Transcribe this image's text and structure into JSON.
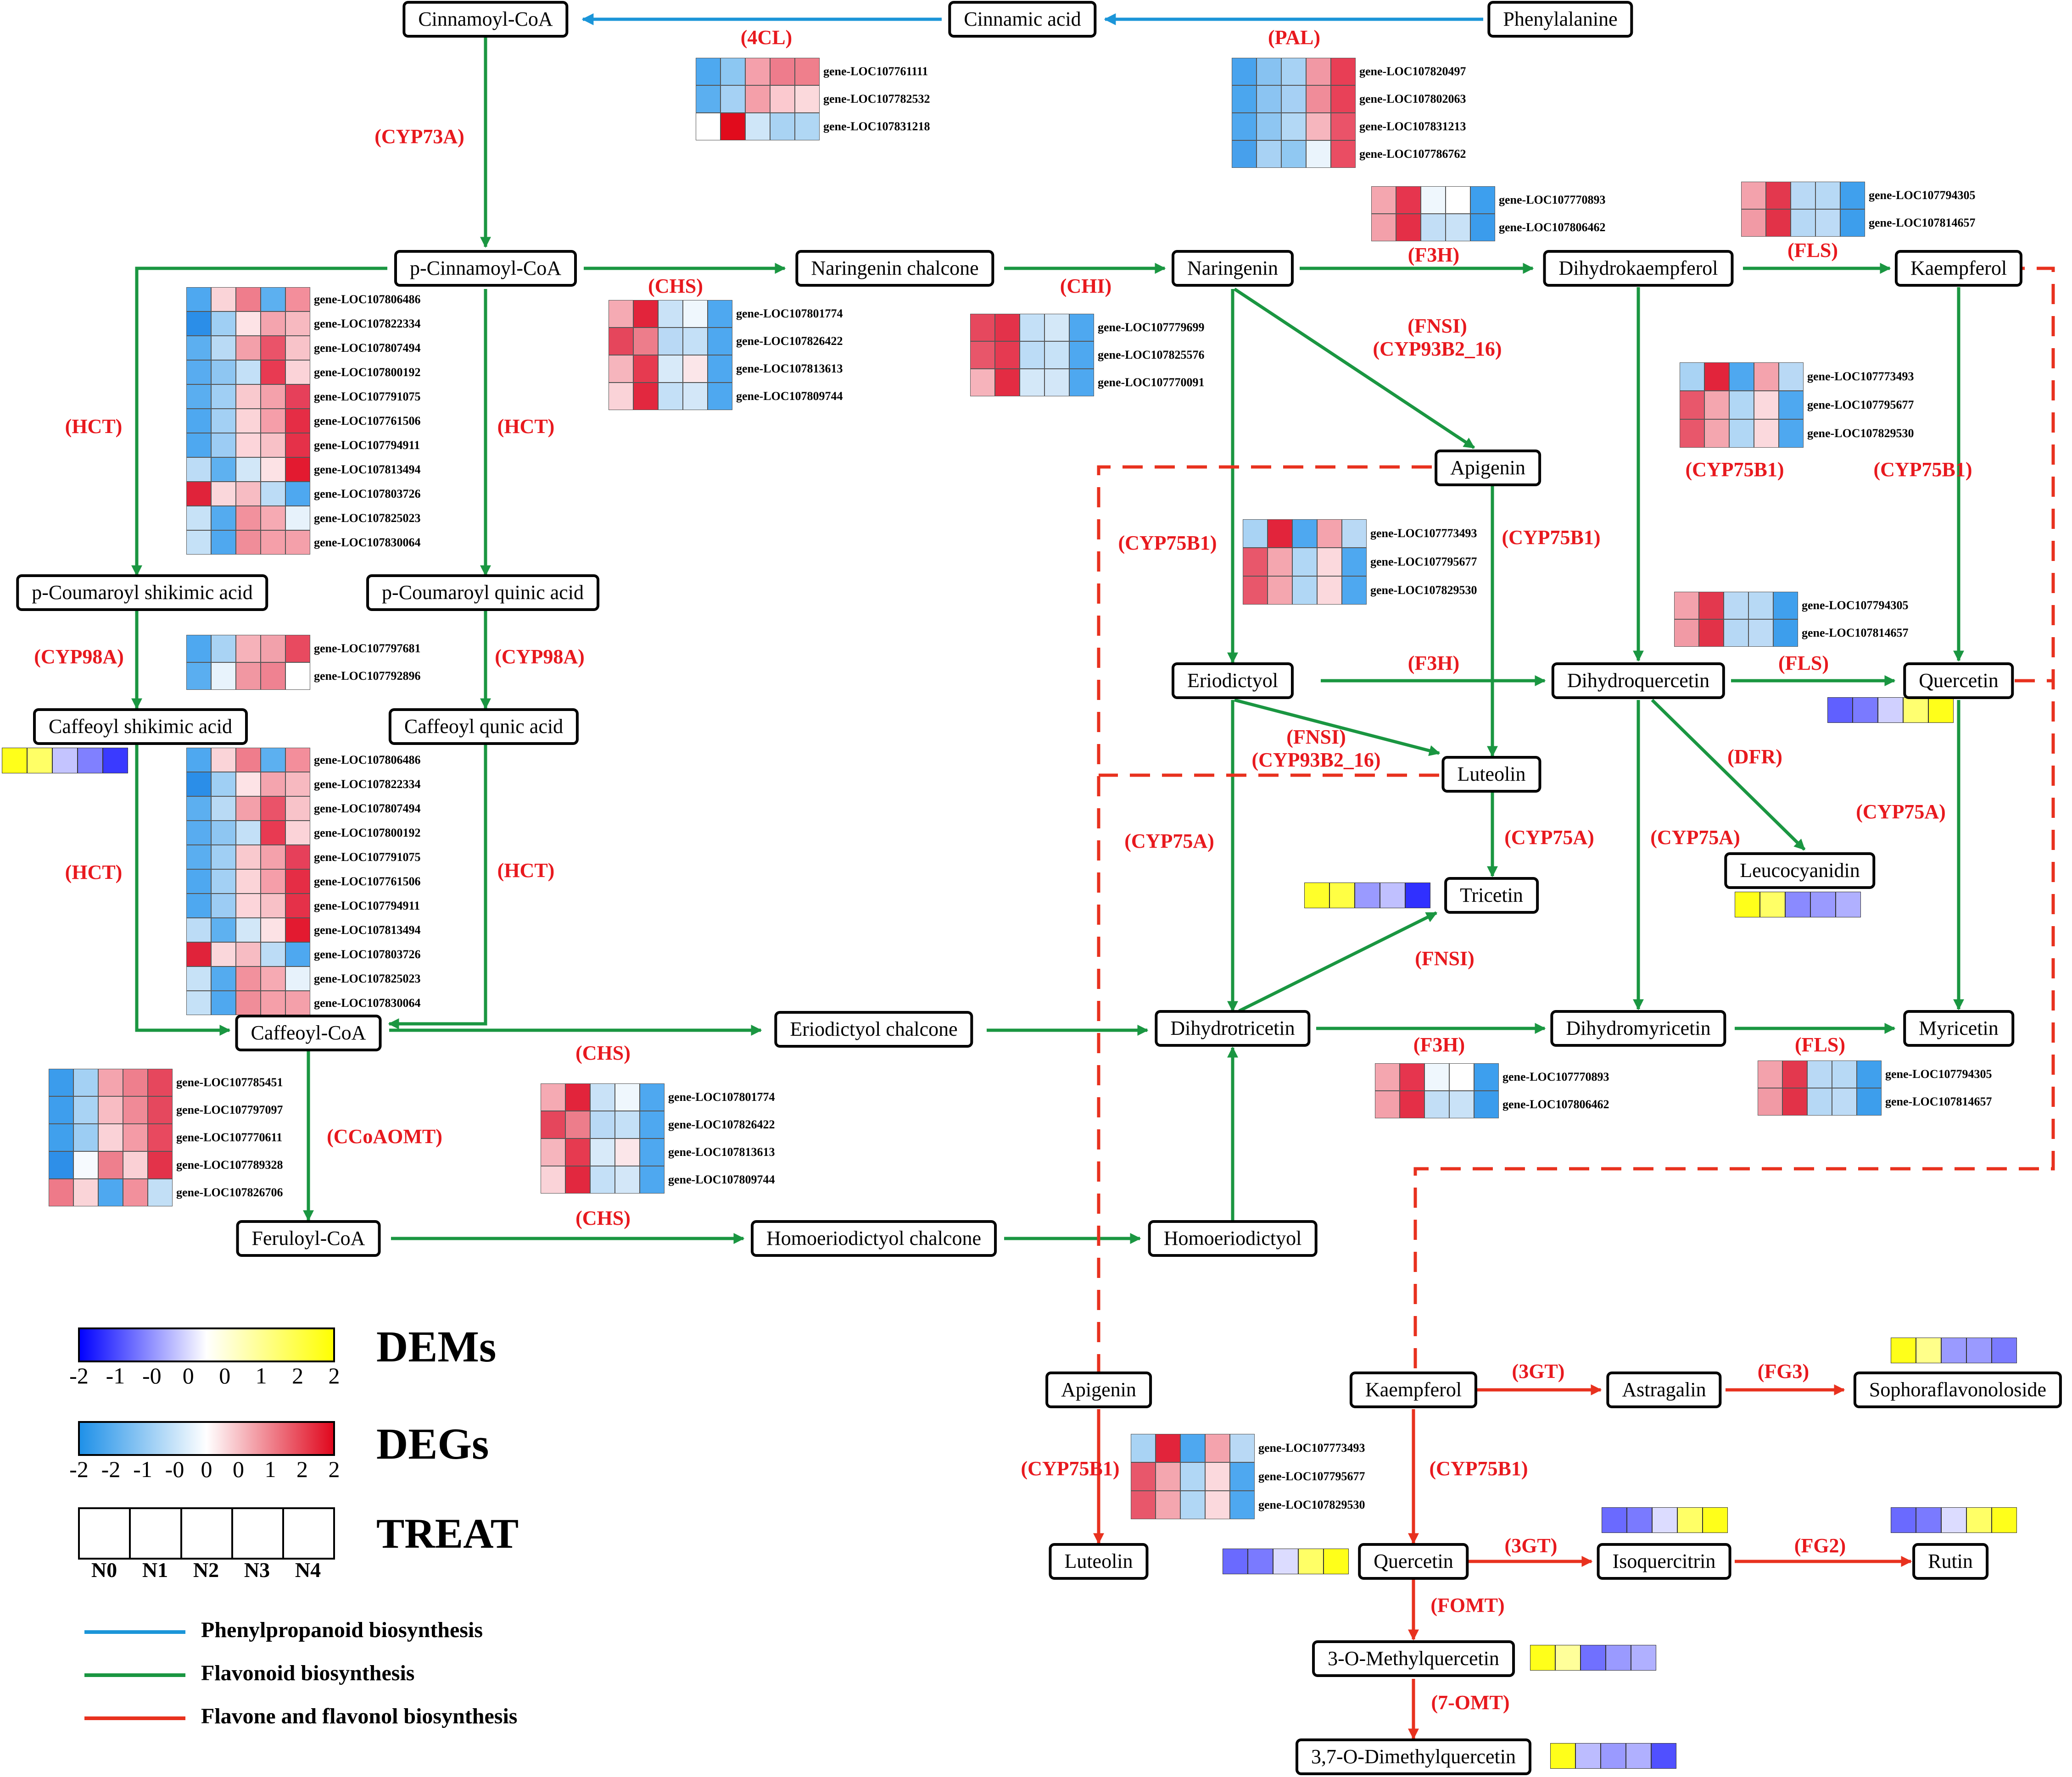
{
  "compounds": {
    "cinnamoyl_coa": "Cinnamoyl-CoA",
    "cinnamic_acid": "Cinnamic acid",
    "phenylalanine": "Phenylalanine",
    "p_cinnamoyl_coa": "p-Cinnamoyl-CoA",
    "naringenin_chalcone": "Naringenin chalcone",
    "naringenin": "Naringenin",
    "dihydrokaempferol": "Dihydrokaempferol",
    "kaempferol_top": "Kaempferol",
    "p_coumaroyl_shikimic": "p-Coumaroyl shikimic acid",
    "p_coumaroyl_quinic": "p-Coumaroyl quinic acid",
    "caffeoyl_shikimic": "Caffeoyl shikimic acid",
    "caffeoyl_quinic": "Caffeoyl qunic acid",
    "apigenin_mid": "Apigenin",
    "eriodictyol": "Eriodictyol",
    "dihydroquercetin": "Dihydroquercetin",
    "quercetin_top": "Quercetin",
    "luteolin_mid": "Luteolin",
    "tricetin": "Tricetin",
    "leucocyanidin": "Leucocyanidin",
    "caffeoyl_coa": "Caffeoyl-CoA",
    "eriodictyol_chalcone": "Eriodictyol chalcone",
    "dihydrotricetin": "Dihydrotricetin",
    "dihydromyricetin": "Dihydromyricetin",
    "myricetin": "Myricetin",
    "feruloyl_coa": "Feruloyl-CoA",
    "homoeriodictyol_chalcone": "Homoeriodictyol chalcone",
    "homoeriodictyol": "Homoeriodictyol",
    "apigenin_bot": "Apigenin",
    "kaempferol_bot": "Kaempferol",
    "astragalin": "Astragalin",
    "sophoraflavonoloside": "Sophoraflavonoloside",
    "luteolin_bot": "Luteolin",
    "quercetin_bot": "Quercetin",
    "isoquercitrin": "Isoquercitrin",
    "rutin": "Rutin",
    "methylquercetin": "3-O-Methylquercetin",
    "dimethylquercetin": "3,7-O-Dimethylquercetin"
  },
  "enzymes": {
    "e4cl": "(4CL)",
    "pal": "(PAL)",
    "cyp73a": "(CYP73A)",
    "chs1": "(CHS)",
    "chi": "(CHI)",
    "f3h1": "(F3H)",
    "fls1": "(FLS)",
    "hct1": "(HCT)",
    "hct2": "(HCT)",
    "hct3": "(HCT)",
    "hct4": "(HCT)",
    "cyp98a1": "(CYP98A)",
    "cyp98a2": "(CYP98A)",
    "fnsi1": "(FNSI)\n(CYP93B2_16)",
    "cyp75b1_a": "(CYP75B1)",
    "cyp75b1_b": "(CYP75B1)",
    "cyp75b1_c": "(CYP75B1)",
    "cyp75b1_d": "(CYP75B1)",
    "f3h2": "(F3H)",
    "fls2": "(FLS)",
    "fnsi2": "(FNSI)\n(CYP93B2_16)",
    "dfr": "(DFR)",
    "cyp75a_a": "(CYP75A)",
    "cyp75a_b": "(CYP75A)",
    "cyp75a_c": "(CYP75A)",
    "cyp75a_d": "(CYP75A)",
    "fnsi3": "(FNSI)",
    "chs2": "(CHS)",
    "ccoaomt": "(CCoAOMT)",
    "f3h3": "(F3H)",
    "fls3": "(FLS)",
    "chs3": "(CHS)",
    "gt3_1": "(3GT)",
    "fg3": "(FG3)",
    "cyp75b1_e": "(CYP75B1)",
    "cyp75b1_f": "(CYP75B1)",
    "gt3_2": "(3GT)",
    "fg2": "(FG2)",
    "fomt": "(FOMT)",
    "omt7": "(7-OMT)"
  },
  "heatmaps": {
    "cl4": {
      "genes": [
        "gene-LOC107761111",
        "gene-LOC107782532",
        "gene-LOC107831218"
      ],
      "colors": [
        [
          "#4ea9f0",
          "#8cc7f2",
          "#f4a0ab",
          "#ee7c8c",
          "#ef7f8c"
        ],
        [
          "#5baff0",
          "#a5d1f4",
          "#f49fa9",
          "#fbc9cf",
          "#fbd9dc"
        ],
        [
          "#ffffff",
          "#e10b1c",
          "#cfe6f8",
          "#a9d3f3",
          "#b0d7f4"
        ]
      ]
    },
    "pal": {
      "genes": [
        "gene-LOC107820497",
        "gene-LOC107802063",
        "gene-LOC107831213",
        "gene-LOC107786762"
      ],
      "colors": [
        [
          "#48a3ee",
          "#87c2f1",
          "#a7d2f4",
          "#f198a4",
          "#e83e55"
        ],
        [
          "#4ba6ee",
          "#8bc4f2",
          "#a6d0f4",
          "#f08c99",
          "#e84158"
        ],
        [
          "#50a8ef",
          "#8ec6f2",
          "#b3d8f5",
          "#f6b6be",
          "#ea5369"
        ],
        [
          "#47a0ec",
          "#a8d2f4",
          "#90c8f2",
          "#eaf4fc",
          "#ea4d63"
        ]
      ]
    },
    "f3h_top": {
      "genes": [
        "gene-LOC107770893",
        "gene-LOC107806462"
      ],
      "colors": [
        [
          "#f4a6af",
          "#e6354e",
          "#eff7fd",
          "#ffffff",
          "#3d9fee"
        ],
        [
          "#f3a0aa",
          "#e42f47",
          "#c2def6",
          "#c9e2f7",
          "#3b9cec"
        ]
      ]
    },
    "fls_top": {
      "genes": [
        "gene-LOC107794305",
        "gene-LOC107814657"
      ],
      "colors": [
        [
          "#f3a2ac",
          "#e3384e",
          "#b9d9f5",
          "#b7d9f5",
          "#40a0ed"
        ],
        [
          "#f19aa5",
          "#e23248",
          "#b6d8f5",
          "#bddbf6",
          "#3d9eec"
        ]
      ]
    },
    "hct_a": {
      "genes": [
        "gene-LOC107806486",
        "gene-LOC107822334",
        "gene-LOC107807494",
        "gene-LOC107800192",
        "gene-LOC107791075",
        "gene-LOC107761506",
        "gene-LOC107794911",
        "gene-LOC107813494",
        "gene-LOC107803726",
        "gene-LOC107825023",
        "gene-LOC107830064"
      ],
      "colors": [
        [
          "#4ea8f0",
          "#fad4d8",
          "#ef7d8c",
          "#5cb0f0",
          "#f38e9b"
        ],
        [
          "#2b8ee8",
          "#9fcff4",
          "#fde3e6",
          "#f4a4ae",
          "#f7b9c0"
        ],
        [
          "#5caff0",
          "#b9daf5",
          "#f3a0aa",
          "#ea5369",
          "#f8c3c9"
        ],
        [
          "#58acf0",
          "#8ec6f2",
          "#c3e0f7",
          "#e83a52",
          "#fbd3d8"
        ],
        [
          "#5aaef0",
          "#a0cff4",
          "#f9c9ce",
          "#f4a1ab",
          "#e6405a"
        ],
        [
          "#4ea8f0",
          "#a3d0f4",
          "#fbd4d8",
          "#f59ea9",
          "#e52d45"
        ],
        [
          "#4ea8f0",
          "#9cccf4",
          "#fcd5da",
          "#f8c1c7",
          "#e53149"
        ],
        [
          "#bcdcf6",
          "#5eb1f0",
          "#d2e7f8",
          "#fce2e5",
          "#e31a30"
        ],
        [
          "#e0233a",
          "#fad7db",
          "#f7bcc3",
          "#bcdcf6",
          "#4ea8f0"
        ],
        [
          "#c7e2f7",
          "#54abef",
          "#f2919d",
          "#f6aab3",
          "#e7f2fb"
        ],
        [
          "#c5e1f7",
          "#4fa8ef",
          "#f08d99",
          "#f59fa9",
          "#f4a0aa"
        ]
      ]
    },
    "cyp98a": {
      "genes": [
        "gene-LOC107797681",
        "gene-LOC107792896"
      ],
      "colors": [
        [
          "#4ea8f0",
          "#a9d3f4",
          "#f6b2ba",
          "#f2a1ab",
          "#e84a60"
        ],
        [
          "#5aaef0",
          "#e8f3fc",
          "#f197a2",
          "#ef8291",
          "#ffffff"
        ]
      ]
    },
    "chs_top": {
      "genes": [
        "gene-LOC107801774",
        "gene-LOC107826422",
        "gene-LOC107813613",
        "gene-LOC107809744"
      ],
      "colors": [
        [
          "#f5aab3",
          "#e2243b",
          "#c9e2f7",
          "#eff7fd",
          "#4ea8f0"
        ],
        [
          "#e5465c",
          "#ed7d8b",
          "#b9d9f5",
          "#c4e0f7",
          "#4ea8f0"
        ],
        [
          "#f6b5bd",
          "#e63a50",
          "#d8eaf9",
          "#fbe6e9",
          "#4ea8f0"
        ],
        [
          "#fad3d8",
          "#e2283f",
          "#c4e0f7",
          "#d3e7f8",
          "#4ea8f0"
        ]
      ]
    },
    "chi": {
      "genes": [
        "gene-LOC107779699",
        "gene-LOC107825576",
        "gene-LOC107770091"
      ],
      "colors": [
        [
          "#e6485e",
          "#e3324a",
          "#c4e0f7",
          "#d4e8f8",
          "#4ea8f0"
        ],
        [
          "#e8566a",
          "#e53a51",
          "#bcdcf6",
          "#c7e2f7",
          "#4ea8f0"
        ],
        [
          "#f6b3bb",
          "#e32c43",
          "#d4e8f8",
          "#d3e7f8",
          "#4ea8f0"
        ]
      ]
    },
    "cyp75b1_top": {
      "genes": [
        "gene-LOC107773493",
        "gene-LOC107795677",
        "gene-LOC107829530"
      ],
      "colors": [
        [
          "#a9d3f4",
          "#e2243b",
          "#4ea8f0",
          "#f4a3ad",
          "#b9d9f5"
        ],
        [
          "#e8576b",
          "#f4a6af",
          "#b1d7f5",
          "#fbd9dd",
          "#4ea8f0"
        ],
        [
          "#e8576b",
          "#f4a6af",
          "#b1d7f5",
          "#fbd9dd",
          "#4ea8f0"
        ]
      ]
    },
    "cyp75b1_mid": {
      "genes": [
        "gene-LOC107773493",
        "gene-LOC107795677",
        "gene-LOC107829530"
      ],
      "colors": [
        [
          "#a9d3f4",
          "#e2243b",
          "#4ea8f0",
          "#f4a3ad",
          "#b9d9f5"
        ],
        [
          "#e8576b",
          "#f4a6af",
          "#b1d7f5",
          "#fbd9dd",
          "#4ea8f0"
        ],
        [
          "#e8576b",
          "#f4a6af",
          "#b1d7f5",
          "#fbd9dd",
          "#4ea8f0"
        ]
      ]
    },
    "fls_mid": {
      "genes": [
        "gene-LOC107794305",
        "gene-LOC107814657"
      ],
      "colors": [
        [
          "#f3a2ac",
          "#e3384e",
          "#b9d9f5",
          "#b7d9f5",
          "#40a0ed"
        ],
        [
          "#f19aa5",
          "#e23248",
          "#b6d8f5",
          "#bddbf6",
          "#3d9eec"
        ]
      ]
    },
    "hct_b": {
      "genes": [
        "gene-LOC107806486",
        "gene-LOC107822334",
        "gene-LOC107807494",
        "gene-LOC107800192",
        "gene-LOC107791075",
        "gene-LOC107761506",
        "gene-LOC107794911",
        "gene-LOC107813494",
        "gene-LOC107803726",
        "gene-LOC107825023",
        "gene-LOC107830064"
      ],
      "colors": [
        [
          "#4ea8f0",
          "#fad4d8",
          "#ef7d8c",
          "#5cb0f0",
          "#f38e9b"
        ],
        [
          "#2b8ee8",
          "#9fcff4",
          "#fde3e6",
          "#f4a4ae",
          "#f7b9c0"
        ],
        [
          "#5caff0",
          "#b9daf5",
          "#f3a0aa",
          "#ea5369",
          "#f8c3c9"
        ],
        [
          "#58acf0",
          "#8ec6f2",
          "#c3e0f7",
          "#e83a52",
          "#fbd3d8"
        ],
        [
          "#5aaef0",
          "#a0cff4",
          "#f9c9ce",
          "#f4a1ab",
          "#e6405a"
        ],
        [
          "#4ea8f0",
          "#a3d0f4",
          "#fbd4d8",
          "#f59ea9",
          "#e52d45"
        ],
        [
          "#4ea8f0",
          "#9cccf4",
          "#fcd5da",
          "#f8c1c7",
          "#e53149"
        ],
        [
          "#bcdcf6",
          "#5eb1f0",
          "#d2e7f8",
          "#fce2e5",
          "#e31a30"
        ],
        [
          "#e0233a",
          "#fad7db",
          "#f7bcc3",
          "#bcdcf6",
          "#4ea8f0"
        ],
        [
          "#c7e2f7",
          "#54abef",
          "#f2919d",
          "#f6aab3",
          "#e7f2fb"
        ],
        [
          "#c5e1f7",
          "#4fa8ef",
          "#f08d99",
          "#f59fa9",
          "#f4a0aa"
        ]
      ]
    },
    "ccoaomt": {
      "genes": [
        "gene-LOC107785451",
        "gene-LOC107797097",
        "gene-LOC107770611",
        "gene-LOC107789328",
        "gene-LOC107826706"
      ],
      "colors": [
        [
          "#3b9cec",
          "#a4d1f4",
          "#f4a4ae",
          "#ee7f8d",
          "#e6475d"
        ],
        [
          "#3e9eed",
          "#a9d3f4",
          "#f8bcc3",
          "#f08a97",
          "#e5485e"
        ],
        [
          "#40a0ed",
          "#9ccdf3",
          "#fad2d7",
          "#f49ba6",
          "#e8495f"
        ],
        [
          "#2e8fe8",
          "#f6fafe",
          "#ee7f8d",
          "#fad0d5",
          "#e3334a"
        ],
        [
          "#ee7a89",
          "#fad4d8",
          "#4ea8f0",
          "#f2909c",
          "#c2dff6"
        ]
      ]
    },
    "chs_bot": {
      "genes": [
        "gene-LOC107801774",
        "gene-LOC107826422",
        "gene-LOC107813613",
        "gene-LOC107809744"
      ],
      "colors": [
        [
          "#f5aab3",
          "#e2243b",
          "#c9e2f7",
          "#eff7fd",
          "#4ea8f0"
        ],
        [
          "#e5465c",
          "#ed7d8b",
          "#b9d9f5",
          "#c4e0f7",
          "#4ea8f0"
        ],
        [
          "#f6b5bd",
          "#e63a50",
          "#d8eaf9",
          "#fbe6e9",
          "#4ea8f0"
        ],
        [
          "#fad3d8",
          "#e2283f",
          "#c4e0f7",
          "#d3e7f8",
          "#4ea8f0"
        ]
      ]
    },
    "f3h_bot": {
      "genes": [
        "gene-LOC107770893",
        "gene-LOC107806462"
      ],
      "colors": [
        [
          "#f4a6af",
          "#e6354e",
          "#eff7fd",
          "#ffffff",
          "#3d9fee"
        ],
        [
          "#f3a0aa",
          "#e42f47",
          "#c2def6",
          "#c9e2f7",
          "#3b9cec"
        ]
      ]
    },
    "fls_bot": {
      "genes": [
        "gene-LOC107794305",
        "gene-LOC107814657"
      ],
      "colors": [
        [
          "#f3a2ac",
          "#e3384e",
          "#b9d9f5",
          "#b7d9f5",
          "#40a0ed"
        ],
        [
          "#f19aa5",
          "#e23248",
          "#b6d8f5",
          "#bddbf6",
          "#3d9eec"
        ]
      ]
    },
    "cyp75b1_bot": {
      "genes": [
        "gene-LOC107773493",
        "gene-LOC107795677",
        "gene-LOC107829530"
      ],
      "colors": [
        [
          "#a9d3f4",
          "#e2243b",
          "#4ea8f0",
          "#f4a3ad",
          "#b9d9f5"
        ],
        [
          "#e8576b",
          "#f4a6af",
          "#b1d7f5",
          "#fbd9dd",
          "#4ea8f0"
        ],
        [
          "#e8576b",
          "#f4a6af",
          "#b1d7f5",
          "#fbd9dd",
          "#4ea8f0"
        ]
      ]
    }
  },
  "dem_strips": {
    "caffeoyl_shikimic": [
      "#ffff1a",
      "#ffff66",
      "#c4c4ff",
      "#8080ff",
      "#3a3aff"
    ],
    "quercetin_top": [
      "#6060ff",
      "#7a7aff",
      "#d0d0ff",
      "#ffff70",
      "#ffff1a"
    ],
    "tricetin": [
      "#ffff2a",
      "#ffff44",
      "#9a9aff",
      "#c0c0ff",
      "#3030ff"
    ],
    "leucocyanidin": [
      "#ffff1a",
      "#ffff66",
      "#8a8aff",
      "#9a9aff",
      "#b0b0ff"
    ],
    "sophoraflavonoloside": [
      "#ffff1a",
      "#ffff8a",
      "#9a9aff",
      "#9a9aff",
      "#7a7aff"
    ],
    "isoquercitrin": [
      "#6a6aff",
      "#7a7aff",
      "#dcdcff",
      "#ffff66",
      "#ffff1a"
    ],
    "rutin": [
      "#6a6aff",
      "#7a7aff",
      "#dcdcff",
      "#ffff66",
      "#ffff1a"
    ],
    "quercetin_bot": [
      "#6a6aff",
      "#7a7aff",
      "#dcdcff",
      "#ffff66",
      "#ffff1a"
    ],
    "methylquercetin": [
      "#ffff1a",
      "#ffff9a",
      "#7070ff",
      "#9a9aff",
      "#b0b0ff"
    ],
    "dimethylquercetin": [
      "#ffff1a",
      "#bcbcff",
      "#9a9aff",
      "#b0b0ff",
      "#5050ff"
    ]
  },
  "legend": {
    "dems_label": "DEMs",
    "dems_ticks": [
      "-2",
      "-1",
      "-0",
      "0",
      "0",
      "1",
      "2",
      "2"
    ],
    "degs_label": "DEGs",
    "degs_ticks": [
      "-2",
      "-2",
      "-1",
      "-0",
      "0",
      "0",
      "1",
      "2",
      "2"
    ],
    "treat_label": "TREAT",
    "treat_columns": [
      "N0",
      "N1",
      "N2",
      "N3",
      "N4"
    ],
    "line_phenylpropanoid": "Phenylpropanoid biosynthesis",
    "line_flavonoid": "Flavonoid biosynthesis",
    "line_flavone": "Flavone and flavonol biosynthesis"
  },
  "colors": {
    "phenylpropanoid": "#1b95d8",
    "flavonoid": "#1a9641",
    "flavone": "#e8311e",
    "enzyme_text": "#e8191e"
  }
}
